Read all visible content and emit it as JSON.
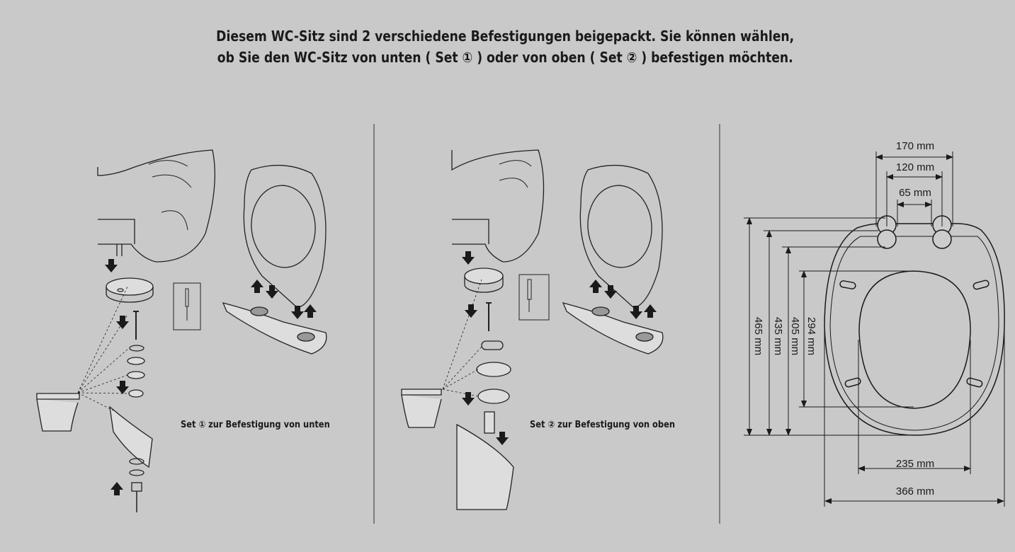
{
  "header": {
    "line1": "Diesem WC-Sitz sind 2 verschiedene Befestigungen beigepackt. Sie können wählen,",
    "line2": "ob Sie den WC-Sitz von unten ( Set ① ) oder von oben ( Set ② ) befestigen möchten."
  },
  "panels": {
    "set1_label": "Set ① zur Befestigung von unten",
    "set2_label": "Set ② zur Befestigung von oben"
  },
  "dimensions": {
    "width_170": "170 mm",
    "width_120": "120 mm",
    "width_65": "65 mm",
    "height_465": "465 mm",
    "height_435": "435 mm",
    "height_405": "405 mm",
    "height_294": "294 mm",
    "width_235": "235 mm",
    "width_366": "366 mm"
  },
  "colors": {
    "background": "#c9c9c9",
    "line": "#1a1a1a"
  }
}
